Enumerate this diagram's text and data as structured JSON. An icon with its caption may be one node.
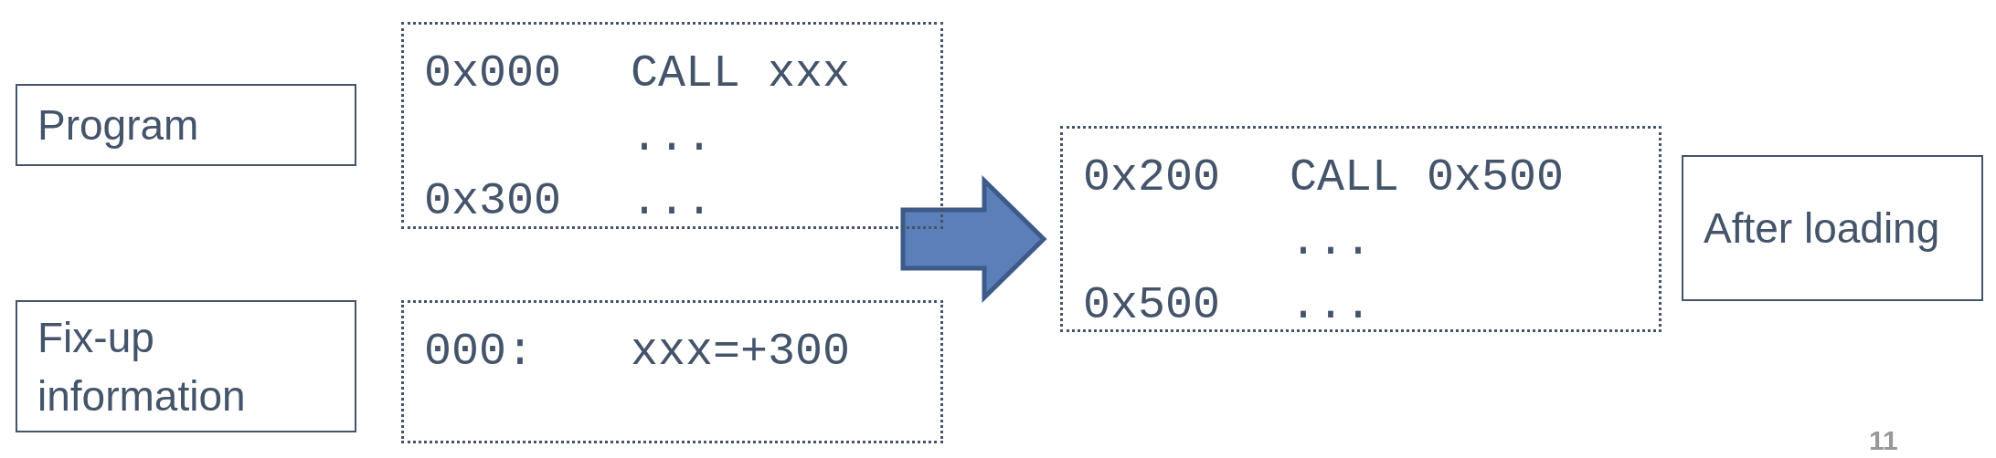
{
  "diagram": {
    "nodes": [
      {
        "text": [
          "Program"
        ]
      },
      {
        "text": [
          "0x000",
          "CALL xxx",
          "...",
          "0x300",
          "..."
        ]
      },
      {
        "text": [
          "Fix-up information"
        ]
      },
      {
        "text": [
          "000:",
          "xxx=+300"
        ]
      },
      {
        "text": [
          "0x200",
          "CALL 0x500",
          "...",
          "0x500",
          "..."
        ]
      },
      {
        "text": [
          "After loading"
        ]
      }
    ],
    "edges": [
      {
        "from": 1,
        "to": 4,
        "arrow": "to",
        "style": "thick",
        "color": "#5b7fb8"
      }
    ],
    "labels": [
      "11"
    ]
  }
}
